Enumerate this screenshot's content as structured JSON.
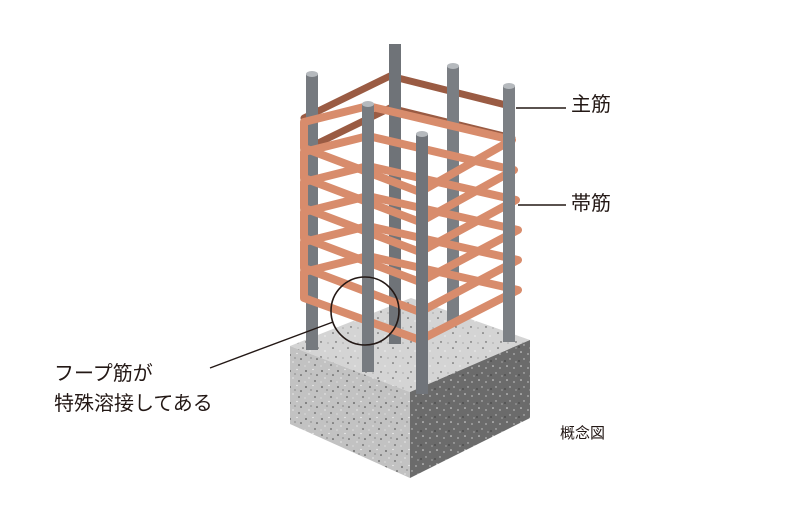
{
  "labels": {
    "main_rebar": "主筋",
    "hoop_rebar": "帯筋",
    "note_line1": "フープ筋が",
    "note_line2": "特殊溶接してある",
    "concept": "概念図"
  },
  "colors": {
    "concrete_front": "#b3b3b3",
    "concrete_side": "#6f6f6f",
    "concrete_top": "#d8d8d8",
    "rebar": "#777b80",
    "rebar_cap": "#b5b9bd",
    "hoop": "#d88c6c",
    "hoop_back": "#9a5b43",
    "leader": "#231815"
  }
}
